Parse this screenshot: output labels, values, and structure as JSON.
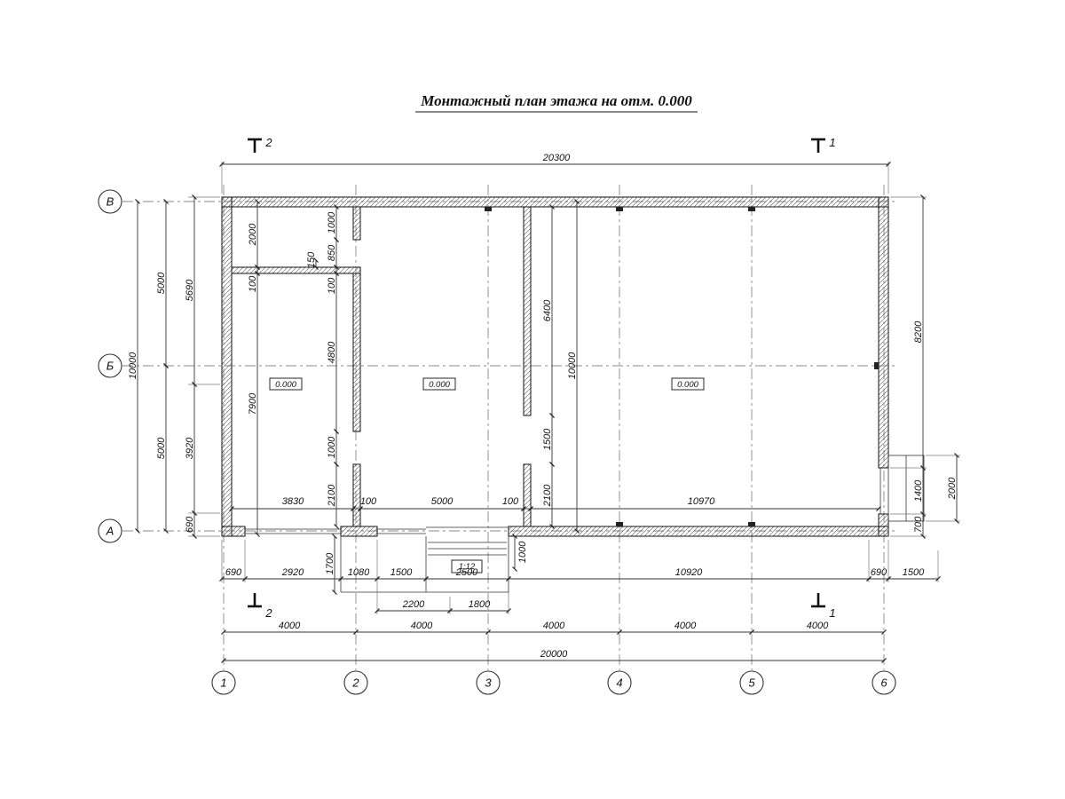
{
  "title": "Монтажный план этажа на отм. 0.000",
  "axes": {
    "cols": [
      "1",
      "2",
      "3",
      "4",
      "5",
      "6"
    ],
    "rows": [
      "В",
      "Б",
      "А"
    ]
  },
  "sections": {
    "cut1": "1",
    "cut2": "2"
  },
  "elevations": [
    "0.000",
    "0.000",
    "0.000"
  ],
  "ramp": {
    "slope": "1:12"
  },
  "dims": {
    "top_total": "20300",
    "left_total": "10000",
    "left_upper": "5000",
    "left_lower": "5000",
    "left_top_seg": "5690",
    "left_mid_seg": "3920",
    "left_bot_seg": "690",
    "room1_depth": "2000",
    "partition_th": "100",
    "room1_rest": "7900",
    "pier": "150",
    "w2_seg1": "1000",
    "w2_door": "850",
    "w2_th": "100",
    "w2_seg2": "4800",
    "w2_door2": "1000",
    "w2_seg3": "2100",
    "w3_seg1": "6400",
    "w3_door": "1500",
    "w3_seg2": "2100",
    "inner_total": "10000",
    "plan_b1": "3830",
    "plan_b2": "100",
    "plan_b3": "5000",
    "plan_b4": "100",
    "plan_b5": "10970",
    "right_seg1": "8200",
    "right_door": "1400",
    "right_seg2": "700",
    "right_landing": "2000",
    "b1_1": "690",
    "b1_2": "2920",
    "b1_3": "1080",
    "b1_4": "1500",
    "b1_5": "2500",
    "b1_6": "10920",
    "b1_7": "690",
    "b1_8": "1500",
    "porch_depth": "1700",
    "ramp_depth": "1000",
    "b2_1": "2200",
    "b2_2": "1800",
    "spacing": [
      "4000",
      "4000",
      "4000",
      "4000",
      "4000"
    ],
    "bottom_total": "20000"
  }
}
